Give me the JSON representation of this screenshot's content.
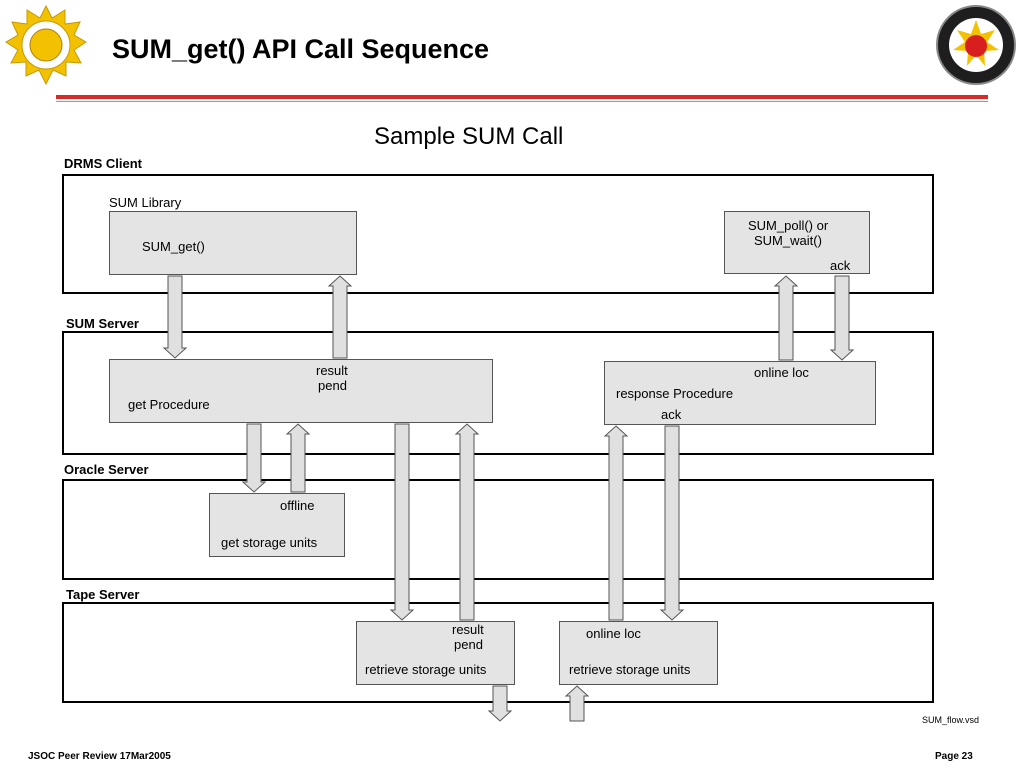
{
  "slide_title": "SUM_get() API Call Sequence",
  "diagram_title": "Sample SUM Call",
  "zones": {
    "drms_client": "DRMS Client",
    "sum_server": "SUM Server",
    "oracle_server": "Oracle Server",
    "tape_server": "Tape Server"
  },
  "boxes": {
    "sum_library_label": "SUM Library",
    "sum_get": "SUM_get()",
    "sum_poll_line1": "SUM_poll() or",
    "sum_poll_line2": "SUM_wait()",
    "sum_poll_ack": "ack",
    "get_proc_result": "result",
    "get_proc_pend": "pend",
    "get_proc_label": "get Procedure",
    "resp_online_loc": "online loc",
    "resp_label": "response Procedure",
    "resp_ack": "ack",
    "oracle_offline": "offline",
    "oracle_label": "get storage units",
    "tape1_result": "result",
    "tape1_pend": "pend",
    "tape1_label": "retrieve storage units",
    "tape2_online_loc": "online loc",
    "tape2_label": "retrieve storage units"
  },
  "file_name": "SUM_flow.vsd",
  "footer": {
    "left": "JSOC Peer Review 17Mar2005",
    "right": "Page 23"
  },
  "logos": {
    "left": "hmi-logo-icon",
    "right": "aia-logo-icon"
  },
  "colors": {
    "rule": "#d92a2a",
    "box_fill": "#e4e4e4",
    "arrow_fill": "#e0e0e0",
    "logo_gold": "#f2c200",
    "logo_red": "#d81e1e"
  }
}
